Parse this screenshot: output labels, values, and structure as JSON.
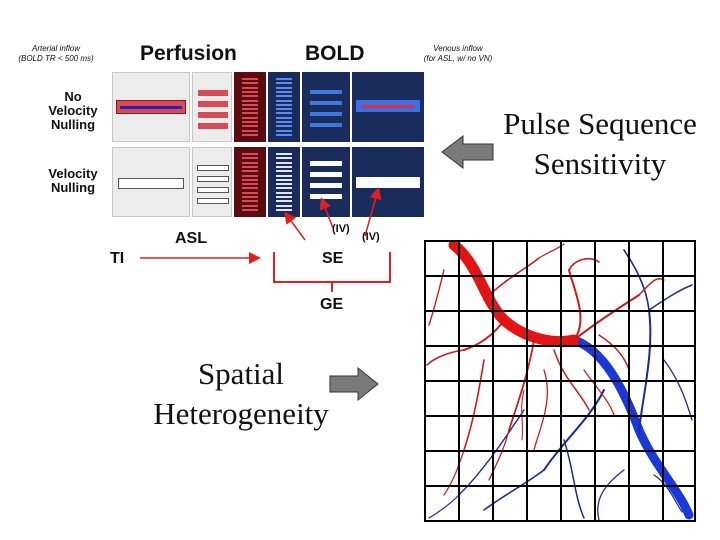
{
  "notes": {
    "arterial_line1": "Arterial inflow",
    "arterial_line2": "(BOLD TR < 500 ms)",
    "venous_line1": "Venous inflow",
    "venous_line2": "(for ASL, w/ no VN)"
  },
  "headers": {
    "perfusion": "Perfusion",
    "bold": "BOLD"
  },
  "rows": {
    "no_vn_line1": "No",
    "no_vn_line2": "Velocity",
    "no_vn_line3": "Nulling",
    "vn_line1": "Velocity",
    "vn_line2": "Nulling"
  },
  "diagram": {
    "asl": "ASL",
    "ti": "TI",
    "se": "SE",
    "ge": "GE",
    "iv1": "(IV)",
    "iv2": "(IV)"
  },
  "labels": {
    "pulse_line1": "Pulse Sequence",
    "pulse_line2": "Sensitivity",
    "spatial_line1": "Spatial",
    "spatial_line2": "Heterogeneity"
  },
  "colors": {
    "red_arrow": "#e02020",
    "gray_arrow": "#7a7a7a",
    "navy": "#1a2c5c",
    "dark_red": "#5a0c10",
    "artery": "#cc1a1a",
    "vein": "#1a2a9a"
  },
  "icons": [
    "left-arrow-icon",
    "right-arrow-icon",
    "red-arrow-icon"
  ]
}
